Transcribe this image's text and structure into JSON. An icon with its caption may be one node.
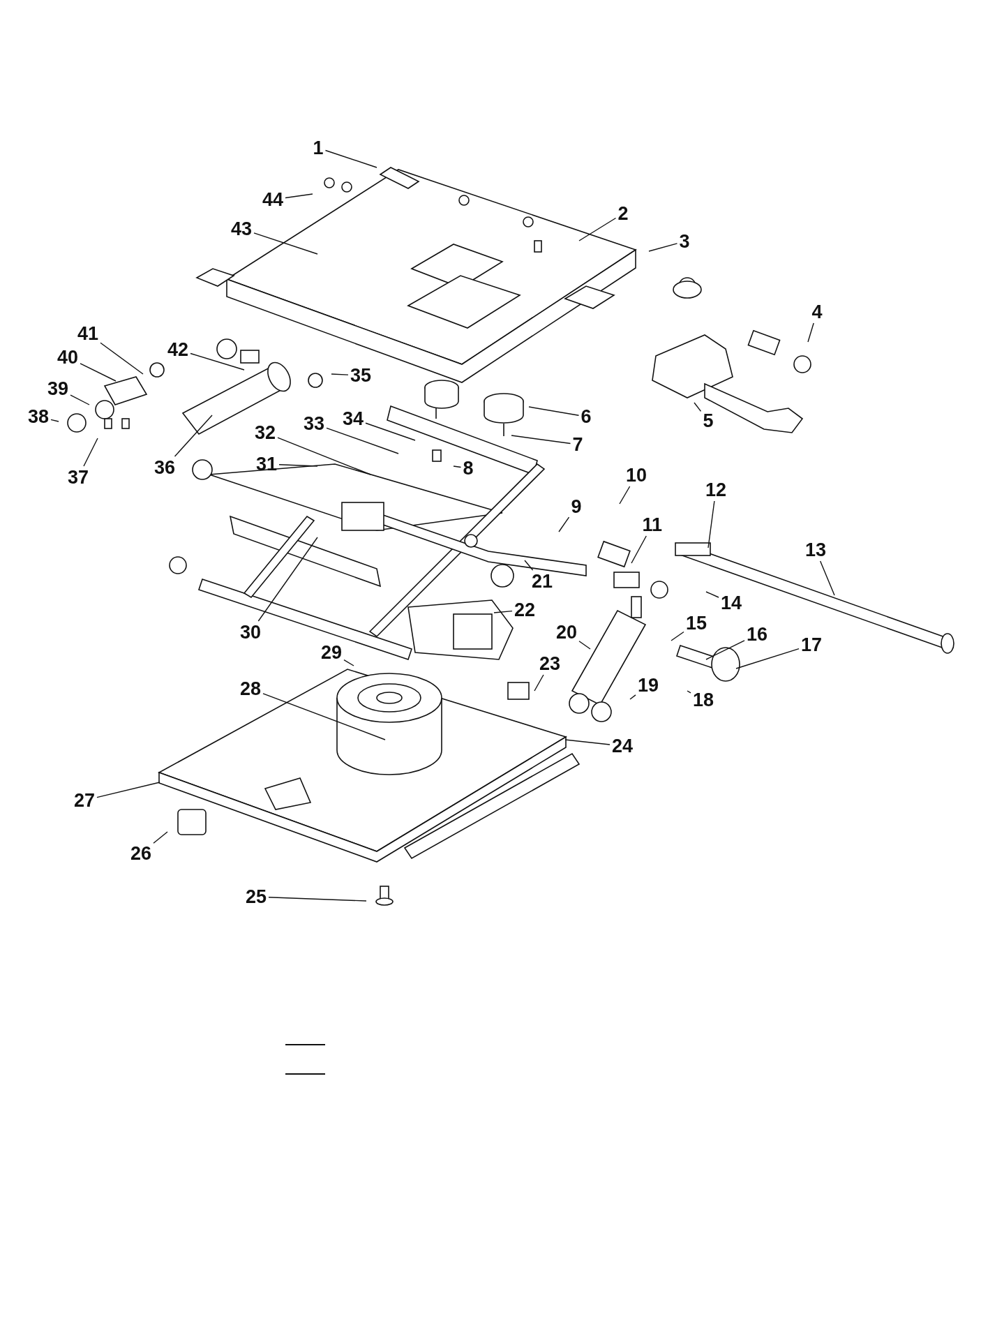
{
  "diagram": {
    "nodes": [
      {
        "text": [
          "1"
        ]
      },
      {
        "text": [
          "2"
        ]
      },
      {
        "text": [
          "3"
        ]
      },
      {
        "text": [
          "4"
        ]
      },
      {
        "text": [
          "5"
        ]
      },
      {
        "text": [
          "6"
        ]
      },
      {
        "text": [
          "7"
        ]
      },
      {
        "text": [
          "8"
        ]
      },
      {
        "text": [
          "9"
        ]
      },
      {
        "text": [
          "10"
        ]
      },
      {
        "text": [
          "11"
        ]
      },
      {
        "text": [
          "12"
        ]
      },
      {
        "text": [
          "13"
        ]
      },
      {
        "text": [
          "14"
        ]
      },
      {
        "text": [
          "15"
        ]
      },
      {
        "text": [
          "16"
        ]
      },
      {
        "text": [
          "17"
        ]
      },
      {
        "text": [
          "18"
        ]
      },
      {
        "text": [
          "19"
        ]
      },
      {
        "text": [
          "20"
        ]
      },
      {
        "text": [
          "21"
        ]
      },
      {
        "text": [
          "22"
        ]
      },
      {
        "text": [
          "23"
        ]
      },
      {
        "text": [
          "24"
        ]
      },
      {
        "text": [
          "25"
        ]
      },
      {
        "text": [
          "26"
        ]
      },
      {
        "text": [
          "27"
        ]
      },
      {
        "text": [
          "28"
        ]
      },
      {
        "text": [
          "29"
        ]
      },
      {
        "text": [
          "30"
        ]
      },
      {
        "text": [
          "31"
        ]
      },
      {
        "text": [
          "32"
        ]
      },
      {
        "text": [
          "33"
        ]
      },
      {
        "text": [
          "34"
        ]
      },
      {
        "text": [
          "35"
        ]
      },
      {
        "text": [
          "36"
        ]
      },
      {
        "text": [
          "37"
        ]
      },
      {
        "text": [
          "38"
        ]
      },
      {
        "text": [
          "39"
        ]
      },
      {
        "text": [
          "40"
        ]
      },
      {
        "text": [
          "41"
        ]
      },
      {
        "text": [
          "42"
        ]
      },
      {
        "text": [
          "43"
        ]
      },
      {
        "text": [
          "44"
        ]
      }
    ],
    "edges": [
      {
        "from": 0,
        "to": null,
        "arrow": "none"
      },
      {
        "from": 1,
        "to": null,
        "arrow": "none"
      },
      {
        "from": 2,
        "to": null,
        "arrow": "none"
      },
      {
        "from": 3,
        "to": null,
        "arrow": "none"
      },
      {
        "from": 4,
        "to": null,
        "arrow": "none"
      },
      {
        "from": 5,
        "to": null,
        "arrow": "none"
      },
      {
        "from": 6,
        "to": null,
        "arrow": "none"
      },
      {
        "from": 7,
        "to": null,
        "arrow": "none"
      },
      {
        "from": 8,
        "to": null,
        "arrow": "none"
      },
      {
        "from": 9,
        "to": null,
        "arrow": "none"
      },
      {
        "from": 10,
        "to": null,
        "arrow": "none"
      },
      {
        "from": 11,
        "to": null,
        "arrow": "none"
      },
      {
        "from": 12,
        "to": null,
        "arrow": "none"
      },
      {
        "from": 13,
        "to": null,
        "arrow": "none"
      },
      {
        "from": 14,
        "to": null,
        "arrow": "none"
      },
      {
        "from": 15,
        "to": null,
        "arrow": "none"
      },
      {
        "from": 16,
        "to": null,
        "arrow": "none"
      },
      {
        "from": 17,
        "to": null,
        "arrow": "none"
      },
      {
        "from": 18,
        "to": null,
        "arrow": "none"
      },
      {
        "from": 19,
        "to": null,
        "arrow": "none"
      },
      {
        "from": 20,
        "to": null,
        "arrow": "none"
      },
      {
        "from": 21,
        "to": null,
        "arrow": "none"
      },
      {
        "from": 22,
        "to": null,
        "arrow": "none"
      },
      {
        "from": 23,
        "to": null,
        "arrow": "none"
      },
      {
        "from": 24,
        "to": null,
        "arrow": "none"
      },
      {
        "from": 25,
        "to": null,
        "arrow": "none"
      },
      {
        "from": 26,
        "to": null,
        "arrow": "none"
      },
      {
        "from": 27,
        "to": null,
        "arrow": "none"
      },
      {
        "from": 28,
        "to": null,
        "arrow": "none"
      },
      {
        "from": 29,
        "to": null,
        "arrow": "none"
      },
      {
        "from": 30,
        "to": null,
        "arrow": "none"
      },
      {
        "from": 31,
        "to": null,
        "arrow": "none"
      },
      {
        "from": 32,
        "to": null,
        "arrow": "none"
      },
      {
        "from": 33,
        "to": null,
        "arrow": "none"
      },
      {
        "from": 34,
        "to": null,
        "arrow": "none"
      },
      {
        "from": 35,
        "to": null,
        "arrow": "none"
      },
      {
        "from": 36,
        "to": null,
        "arrow": "none"
      },
      {
        "from": 37,
        "to": null,
        "arrow": "none"
      },
      {
        "from": 38,
        "to": null,
        "arrow": "none"
      },
      {
        "from": 39,
        "to": null,
        "arrow": "none"
      },
      {
        "from": 40,
        "to": null,
        "arrow": "none"
      },
      {
        "from": 41,
        "to": null,
        "arrow": "none"
      },
      {
        "from": 42,
        "to": null,
        "arrow": "none"
      },
      {
        "from": 43,
        "to": null,
        "arrow": "none"
      }
    ]
  }
}
